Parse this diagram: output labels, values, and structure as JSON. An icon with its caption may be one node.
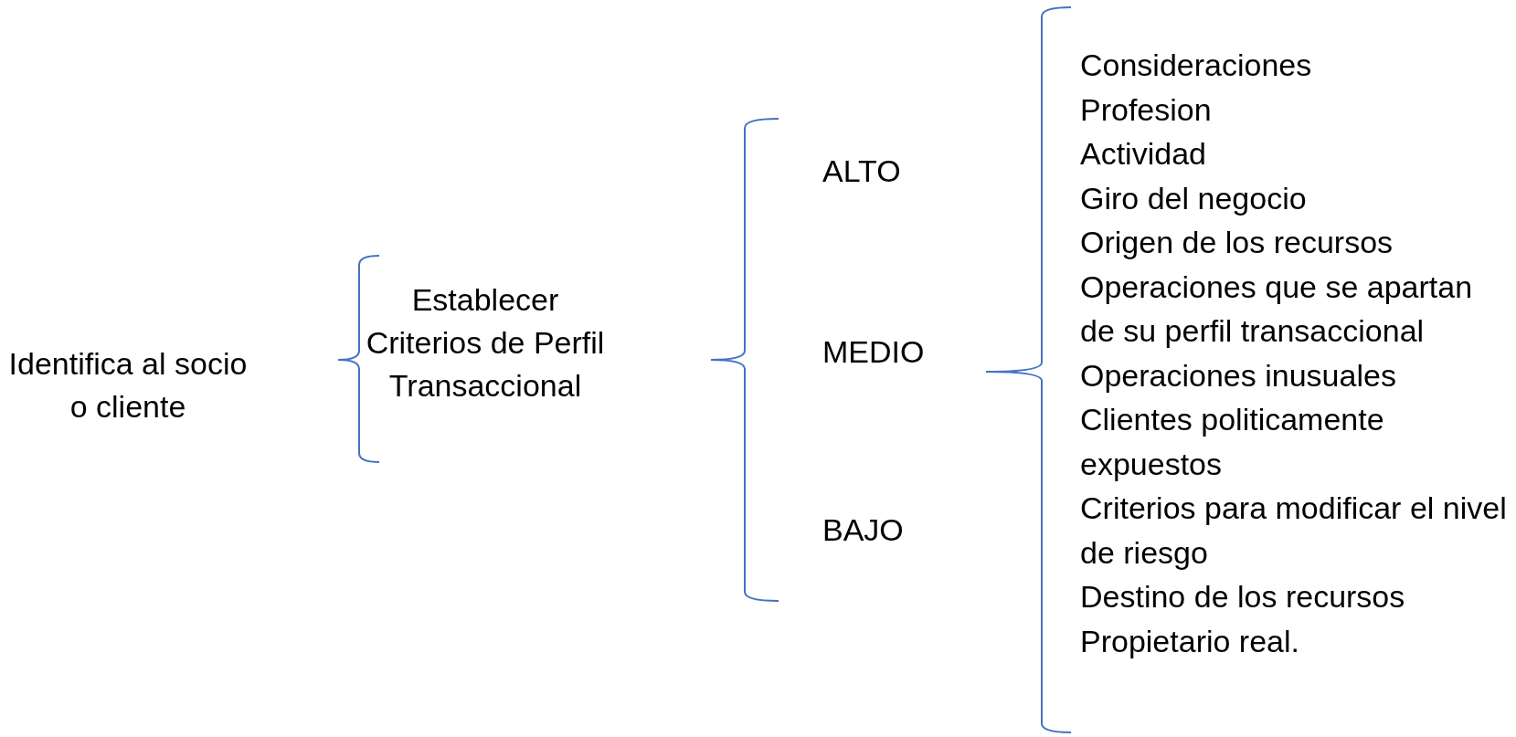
{
  "diagram": {
    "labels": [
      "Identifica al socio o cliente",
      "Establecer Criterios de Perfil Transaccional",
      "ALTO",
      "MEDIO",
      "BAJO",
      "Consideraciones",
      "Profesion",
      "Actividad",
      "Giro del negocio",
      "Origen de los recursos",
      "Operaciones que se apartan de su perfil transaccional",
      "Operaciones inusuales",
      "Clientes politicamente expuestos",
      "Criterios para modificar el nivel de riesgo",
      "Destino de los recursos",
      "Propietario real."
    ]
  }
}
